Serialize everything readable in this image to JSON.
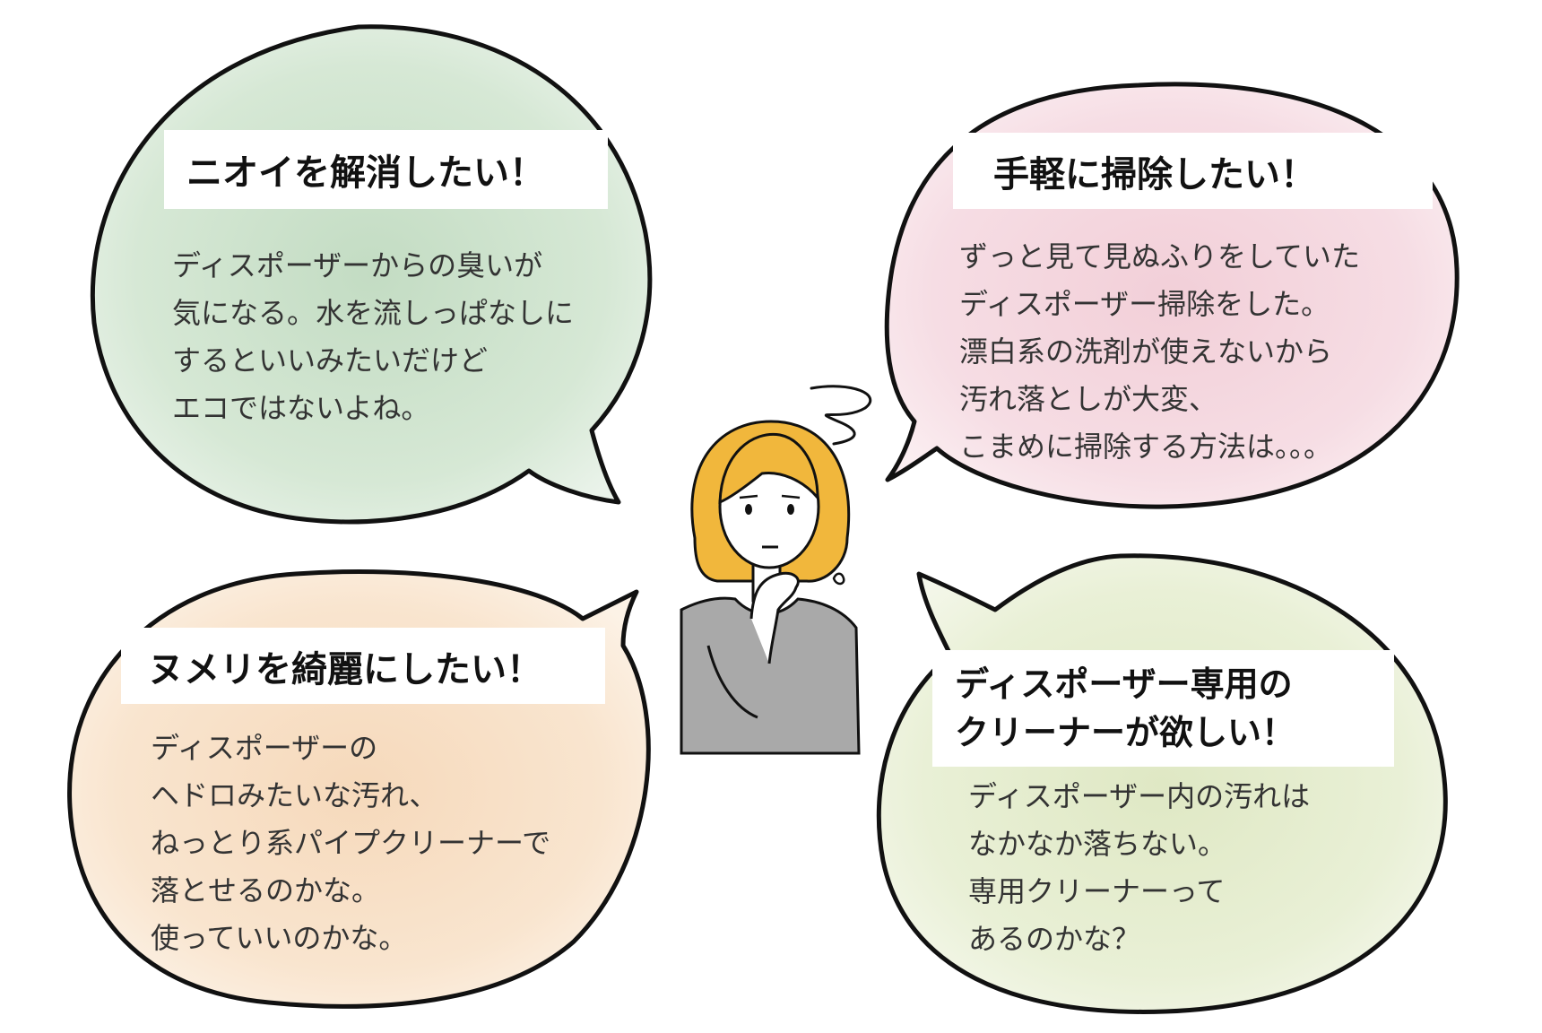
{
  "bubbles": {
    "odor": {
      "title": [
        "ニオイを解消したい！"
      ],
      "body": [
        "ディスポーザーからの臭いが",
        "気になる。水を流しっぱなしに",
        "するといいみたいだけど",
        "エコではないよね。"
      ]
    },
    "easy_clean": {
      "title": [
        "手軽に掃除したい！"
      ],
      "body": [
        "ずっと見て見ぬふりをしていた",
        "ディスポーザー掃除をした。",
        "漂白系の洗剤が使えないから",
        "汚れ落としが大変、",
        "こまめに掃除する方法は。。。"
      ]
    },
    "slime": {
      "title": [
        "ヌメリを綺麗にしたい！"
      ],
      "body": [
        "ディスポーザーの",
        "ヘドロみたいな汚れ、",
        "ねっとり系パイプクリーナーで",
        "落とせるのかな。",
        "使っていいのかな。"
      ]
    },
    "cleaner": {
      "title": [
        "ディスポーザー専用の",
        "クリーナーが欲しい！"
      ],
      "body": [
        "ディスポーザー内の汚れは",
        "なかなか落ちない。",
        "専用クリーナーって",
        "あるのかな？"
      ]
    }
  },
  "colors": {
    "green_wash": "#c7dfc7",
    "pink_wash": "#f3d3dc",
    "peach_wash": "#f7dfc4",
    "olive_wash": "#e3ebcc",
    "outline": "#111111",
    "hair": "#f1b73c",
    "sweater": "#a9a9a9"
  },
  "icons": {
    "character": "thinking-woman-icon",
    "thought_squiggle": "thought-squiggle-icon",
    "sweat_drops": "sweat-drops-icon"
  }
}
